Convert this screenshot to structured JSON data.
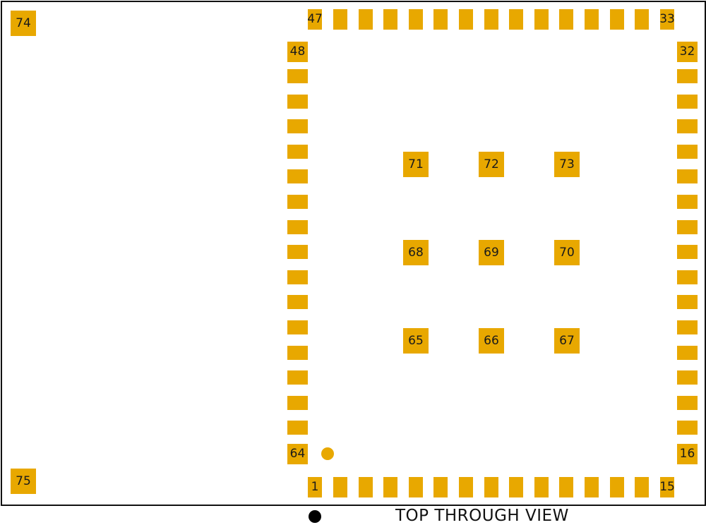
{
  "diagram": {
    "colors": {
      "pad": "#E8A800",
      "outline": "#111111",
      "text": "#1a1a1a",
      "legend_dot": "#000000"
    },
    "mount_pads": {
      "top_left": "74",
      "bottom_left": "75"
    },
    "top_row": {
      "first_label": "47",
      "last_label": "33",
      "unlabeled_count": 13
    },
    "bottom_row": {
      "first_label": "1",
      "last_label": "15",
      "unlabeled_count": 13
    },
    "left_column": {
      "first_label": "48",
      "last_label": "64",
      "unlabeled_count": 15
    },
    "right_column": {
      "first_label": "32",
      "last_label": "16",
      "unlabeled_count": 15
    },
    "center_grid": [
      [
        "71",
        "72",
        "73"
      ],
      [
        "68",
        "69",
        "70"
      ],
      [
        "65",
        "66",
        "67"
      ]
    ],
    "legend": {
      "label": "TOP THROUGH VIEW"
    }
  }
}
